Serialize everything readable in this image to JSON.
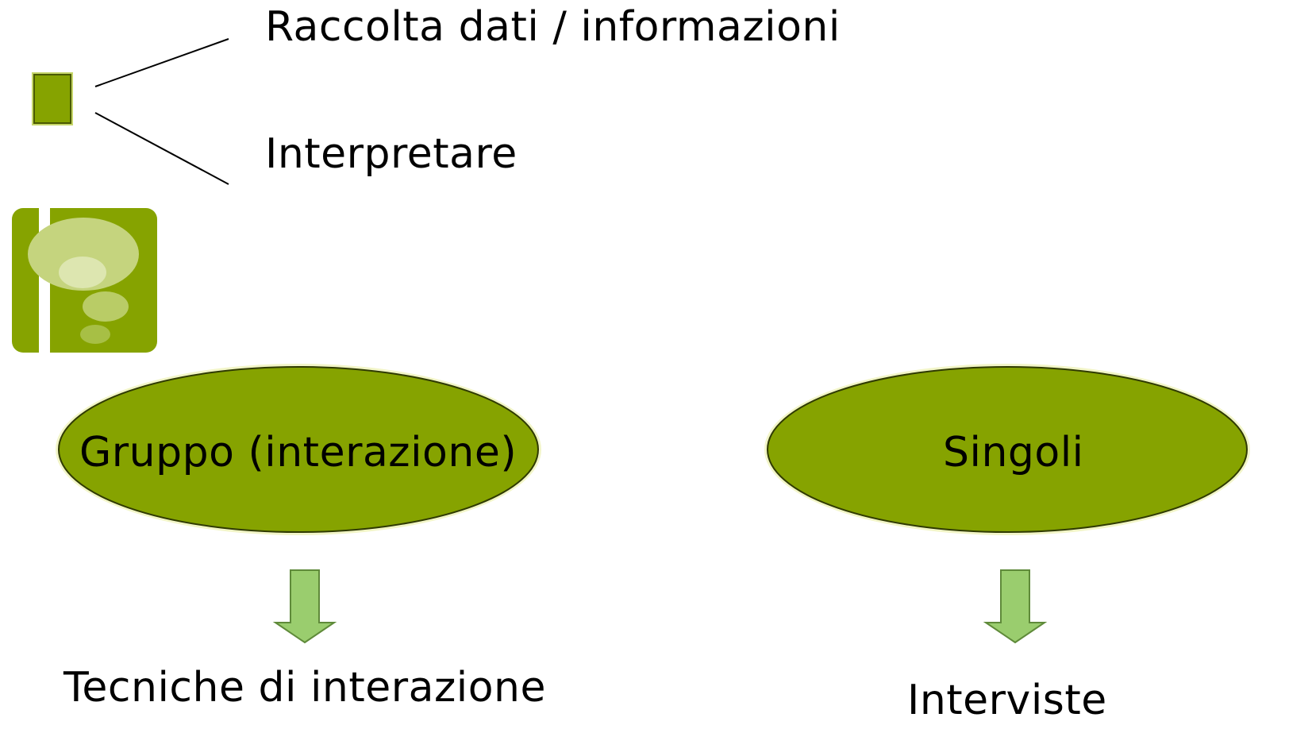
{
  "branches": {
    "top_label": "Raccolta dati / informazioni",
    "bottom_label": "Interpretare"
  },
  "groups": [
    {
      "ellipse_label": "Gruppo (interazione)",
      "result_label": "Tecniche di interazione"
    },
    {
      "ellipse_label": "Singoli",
      "result_label": "Interviste"
    }
  ],
  "icons": {
    "bullet_square": "square-bullet-icon",
    "thought_logo": "thought-bubble-logo-icon",
    "arrow": "arrow-down-icon"
  },
  "colors": {
    "olive": "#86a300",
    "olive_dark": "#5c6e00",
    "arrow_fill": "#9acd6e",
    "arrow_stroke": "#5f8a3a",
    "logo_light": "#c5d47e"
  }
}
